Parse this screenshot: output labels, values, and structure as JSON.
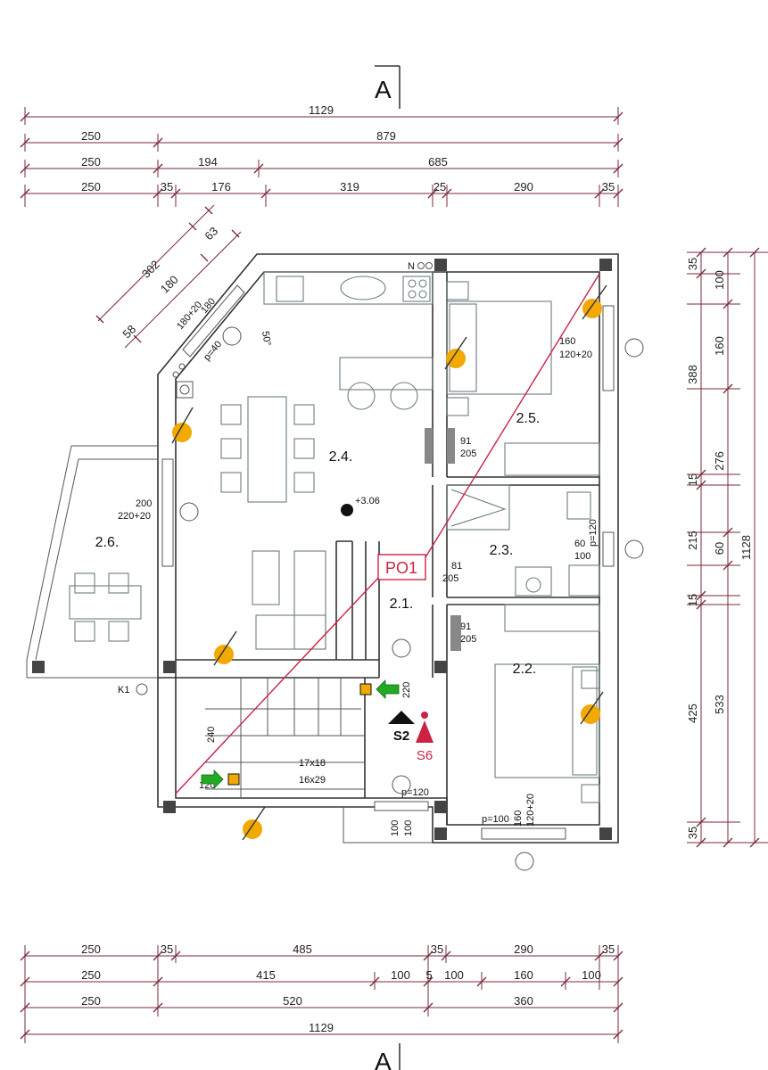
{
  "section_mark": "A",
  "north_label": "N",
  "dims_top": {
    "row1": [
      "1129"
    ],
    "row2": [
      "250",
      "879"
    ],
    "row3": [
      "250",
      "194",
      "685"
    ],
    "row4": [
      "250",
      "35",
      "176",
      "319",
      "25",
      "290",
      "35"
    ]
  },
  "dims_bottom": {
    "row1": [
      "250",
      "35",
      "485",
      "35",
      "290",
      "35"
    ],
    "row2": [
      "250",
      "415",
      "100",
      "5",
      "100",
      "160",
      "100"
    ],
    "row3": [
      "250",
      "520",
      "360"
    ],
    "row4": [
      "1129"
    ]
  },
  "dims_right": {
    "inner": [
      "35",
      "388",
      "15",
      "215",
      "15",
      "425",
      "35"
    ],
    "mid": [
      "100",
      "160",
      "276",
      "60",
      "533"
    ],
    "outer": [
      "1128"
    ]
  },
  "dims_diagonal": [
    "302",
    "58",
    "180",
    "63"
  ],
  "rooms": [
    "2.1.",
    "2.2.",
    "2.3.",
    "2.4.",
    "2.5.",
    "2.6."
  ],
  "annotations": {
    "angle": "50°",
    "window_diag_1": "180",
    "window_diag_2": "180+20",
    "parapet_diag": "p=40",
    "level": "+3.06",
    "window_living_1": "200",
    "window_living_2": "220+20",
    "window_bed25_1": "160",
    "window_bed25_2": "120+20",
    "door25_w": "91",
    "door25_h": "205",
    "door23_w": "81",
    "door23_h": "205",
    "door22_w": "91",
    "door22_h": "205",
    "bath_parapet": "p=120",
    "bath_window_1": "60",
    "bath_window_2": "100",
    "stair_dim_1": "17x18",
    "stair_dim_2": "16x29",
    "stair_len": "240",
    "landing_w": "220",
    "stair_window": "120",
    "entry_parapet": "p=120",
    "entry_dim_1": "100",
    "entry_dim_2": "100",
    "bed22_parapet": "p=100",
    "bed22_window_1": "160",
    "bed22_window_2": "120+20",
    "k1": "K1",
    "po1": "PO1",
    "s2": "S2",
    "s6": "S6"
  },
  "colors": {
    "dimension_line": "#7a2a3a",
    "fire_line": "#cc2244",
    "sensor": "#f2a900",
    "exit_arrow": "#22aa22",
    "furniture": "#6c7e80"
  }
}
